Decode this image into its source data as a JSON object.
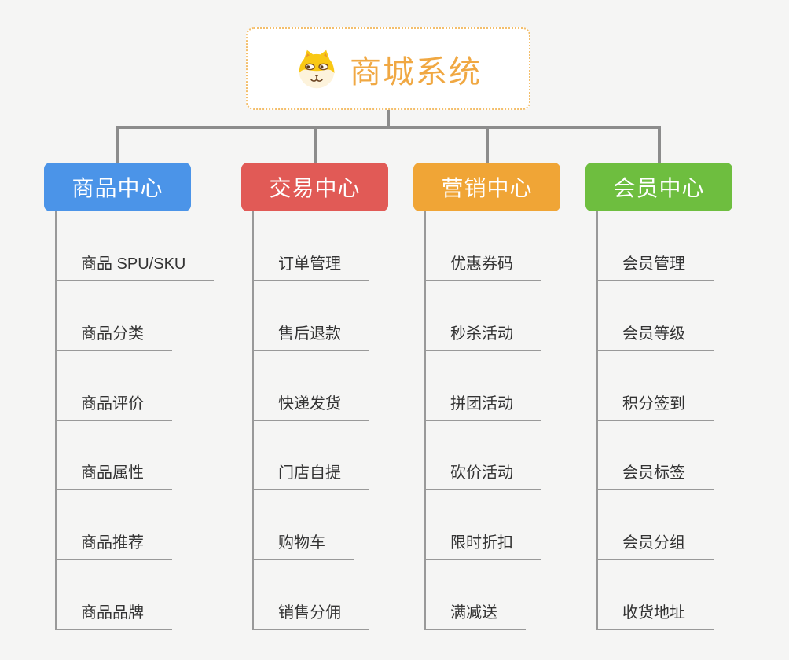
{
  "theme": {
    "background": "#f5f5f4",
    "connector_color": "#8c8c8c",
    "underline_color": "#999999",
    "item_text_color": "#333333"
  },
  "root": {
    "title": "商城系统",
    "icon": "dog-face-icon",
    "color": "#f0a843",
    "border_color": "#f3be6b"
  },
  "branches": [
    {
      "label": "商品中心",
      "color": "#4b94e8",
      "items": [
        "商品 SPU/SKU",
        "商品分类",
        "商品评价",
        "商品属性",
        "商品推荐",
        "商品品牌"
      ]
    },
    {
      "label": "交易中心",
      "color": "#e15a56",
      "items": [
        "订单管理",
        "售后退款",
        "快递发货",
        "门店自提",
        "购物车",
        "销售分佣"
      ]
    },
    {
      "label": "营销中心",
      "color": "#f0a536",
      "items": [
        "优惠券码",
        "秒杀活动",
        "拼团活动",
        "砍价活动",
        "限时折扣",
        "满减送"
      ]
    },
    {
      "label": "会员中心",
      "color": "#6ebe3f",
      "items": [
        "会员管理",
        "会员等级",
        "积分签到",
        "会员标签",
        "会员分组",
        "收货地址"
      ]
    }
  ]
}
